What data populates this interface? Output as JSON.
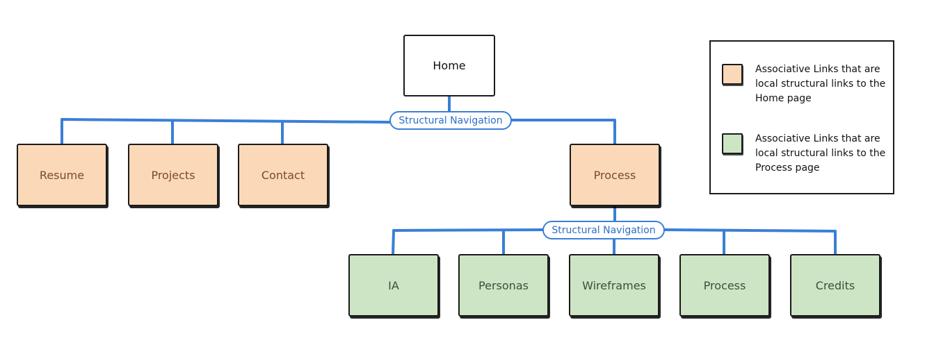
{
  "diagram": {
    "nodes": {
      "home": "Home",
      "resume": "Resume",
      "projects": "Projects",
      "contact": "Contact",
      "process_top": "Process",
      "ia": "IA",
      "personas": "Personas",
      "wireframes": "Wireframes",
      "process_child": "Process",
      "credits": "Credits"
    },
    "edge_labels": {
      "top": "Structural Navigation",
      "process": "Structural Navigation"
    },
    "colors": {
      "connector": "#3a7fd6",
      "home_fill": "#ffffff",
      "home_links_fill": "#fbd9b8",
      "process_links_fill": "#cde5c4"
    }
  },
  "legend": {
    "items": [
      {
        "color": "#fbd9b8",
        "text": "Associative Links that are local structural links to the Home page"
      },
      {
        "color": "#cde5c4",
        "text": "Associative Links that are local structural links to the Process page"
      }
    ]
  }
}
